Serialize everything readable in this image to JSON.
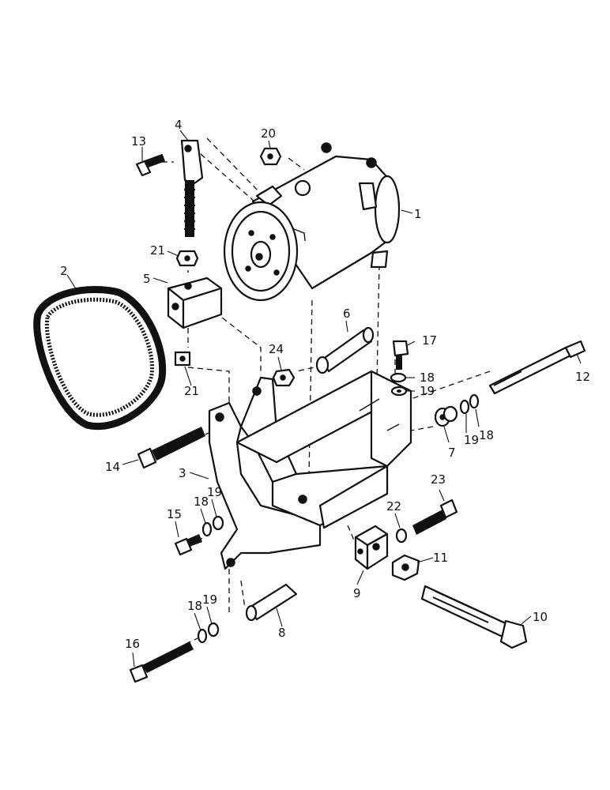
{
  "callouts": [
    {
      "id": "1",
      "text": "1"
    },
    {
      "id": "2",
      "text": "2"
    },
    {
      "id": "3",
      "text": "3"
    },
    {
      "id": "4",
      "text": "4"
    },
    {
      "id": "5",
      "text": "5"
    },
    {
      "id": "6",
      "text": "6"
    },
    {
      "id": "7",
      "text": "7"
    },
    {
      "id": "8",
      "text": "8"
    },
    {
      "id": "9",
      "text": "9"
    },
    {
      "id": "10",
      "text": "10"
    },
    {
      "id": "11",
      "text": "11"
    },
    {
      "id": "12",
      "text": "12"
    },
    {
      "id": "13",
      "text": "13"
    },
    {
      "id": "14",
      "text": "14"
    },
    {
      "id": "15",
      "text": "15"
    },
    {
      "id": "16",
      "text": "16"
    },
    {
      "id": "17",
      "text": "17"
    },
    {
      "id": "18a",
      "text": "18"
    },
    {
      "id": "18b",
      "text": "18"
    },
    {
      "id": "18c",
      "text": "18"
    },
    {
      "id": "18d",
      "text": "18"
    },
    {
      "id": "19a",
      "text": "19"
    },
    {
      "id": "19b",
      "text": "19"
    },
    {
      "id": "19c",
      "text": "19"
    },
    {
      "id": "19d",
      "text": "19"
    },
    {
      "id": "20",
      "text": "20"
    },
    {
      "id": "21a",
      "text": "21"
    },
    {
      "id": "21b",
      "text": "21"
    },
    {
      "id": "22",
      "text": "22"
    },
    {
      "id": "23",
      "text": "23"
    },
    {
      "id": "24",
      "text": "24"
    }
  ]
}
